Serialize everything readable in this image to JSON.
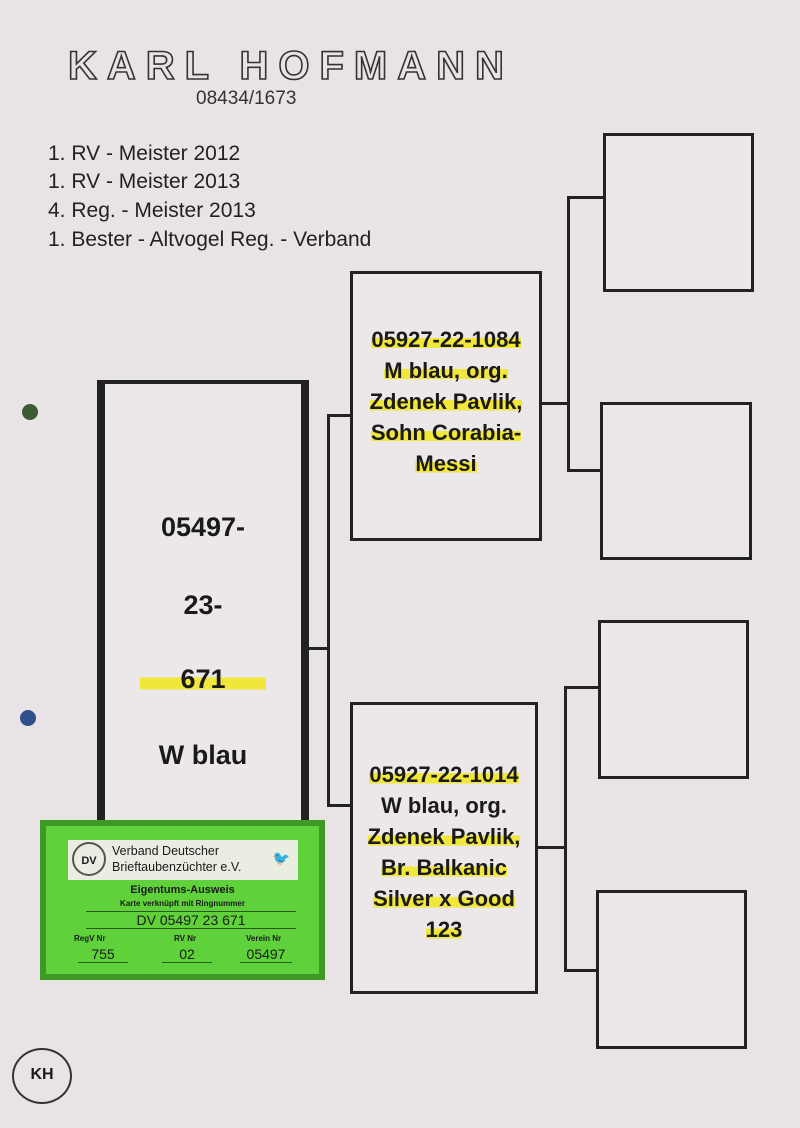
{
  "header": {
    "breeder": "KARL HOFMANN",
    "breeder_id": "08434/1673"
  },
  "titles": [
    "1. RV - Meister 2012",
    "1. RV - Meister 2013",
    "4. Reg. - Meister 2013",
    "1. Bester - Altvogel Reg. - Verband"
  ],
  "subject": {
    "line1": "05497-",
    "line2": "23-",
    "line3": "671",
    "line4": "W blau"
  },
  "sire": [
    "05927-22-1084",
    "M blau, org.",
    "Zdenek Pavlik,",
    "Sohn Corabia-",
    "Messi"
  ],
  "dam": [
    "05927-22-1014",
    "W blau, org.",
    "Zdenek Pavlik,",
    "Br. Balkanic",
    "Silver x Good",
    "123"
  ],
  "card": {
    "org_line1": "Verband Deutscher",
    "org_line2": "Brieftaubenzüchter e.V.",
    "logo": "DV",
    "title": "Eigentums-Ausweis",
    "subtitle": "Karte verknüpft mit Ringnummer",
    "ring": "DV 05497 23 671",
    "regv_label": "RegV Nr",
    "regv": "755",
    "rv_label": "RV Nr",
    "rv": "02",
    "verein_label": "Verein Nr",
    "verein": "05497",
    "color": "#5fd13a"
  },
  "logo": "KH"
}
